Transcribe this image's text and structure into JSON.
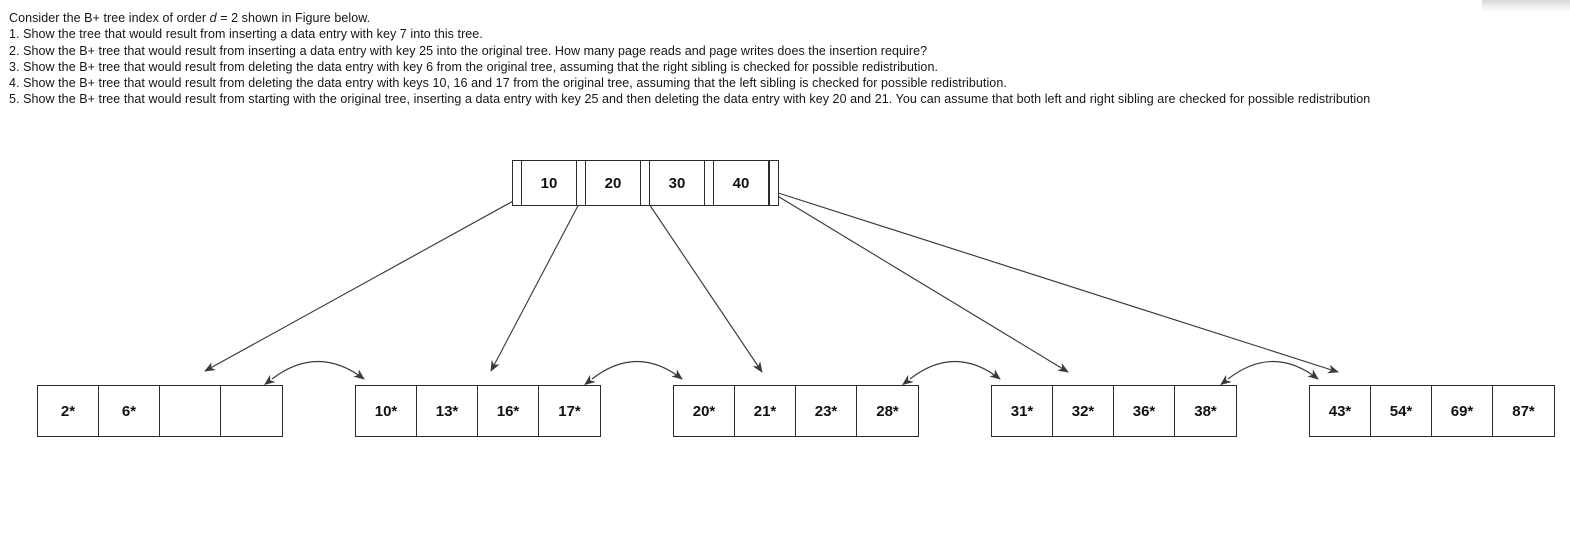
{
  "prompt": {
    "lines": [
      {
        "pre": "Consider the B+ tree index of order ",
        "italic": "d",
        "post": " = 2 shown in Figure below."
      },
      {
        "pre": "1. Show the tree that would result from inserting a data entry with key 7 into this tree.",
        "italic": "",
        "post": ""
      },
      {
        "pre": "2. Show the B+ tree that would result from inserting a data entry with key 25 into the original tree. How many page reads and page writes does the insertion require?",
        "italic": "",
        "post": ""
      },
      {
        "pre": "3. Show the B+ tree that would result from deleting the data entry with key 6 from the original tree, assuming that the right sibling is checked for possible redistribution.",
        "italic": "",
        "post": ""
      },
      {
        "pre": "4. Show the B+ tree that would result from deleting the data entry with keys 10, 16 and 17 from the original tree, assuming that the left sibling is checked for possible redistribution.",
        "italic": "",
        "post": ""
      },
      {
        "pre": "5. Show the B+ tree that would result from starting with the original tree, inserting a data entry with key 25 and then deleting the data entry with key 20 and 21. You can assume that both left and right sibling are checked for possible redistribution",
        "italic": "",
        "post": ""
      }
    ]
  },
  "tree": {
    "order_label": "d = 2",
    "root": {
      "keys": [
        "10",
        "20",
        "30",
        "40"
      ],
      "pointer_count": 5
    },
    "leaves": [
      {
        "cells": [
          "2*",
          "6*",
          "",
          ""
        ]
      },
      {
        "cells": [
          "10*",
          "13*",
          "16*",
          "17*"
        ]
      },
      {
        "cells": [
          "20*",
          "21*",
          "23*",
          "28*"
        ]
      },
      {
        "cells": [
          "31*",
          "32*",
          "36*",
          "38*"
        ]
      },
      {
        "cells": [
          "43*",
          "54*",
          "69*",
          "87*"
        ]
      }
    ],
    "colors": {
      "node_border": "#2b2b2b",
      "edge": "#3a3a3a",
      "text": "#111111",
      "background": "#ffffff"
    }
  }
}
